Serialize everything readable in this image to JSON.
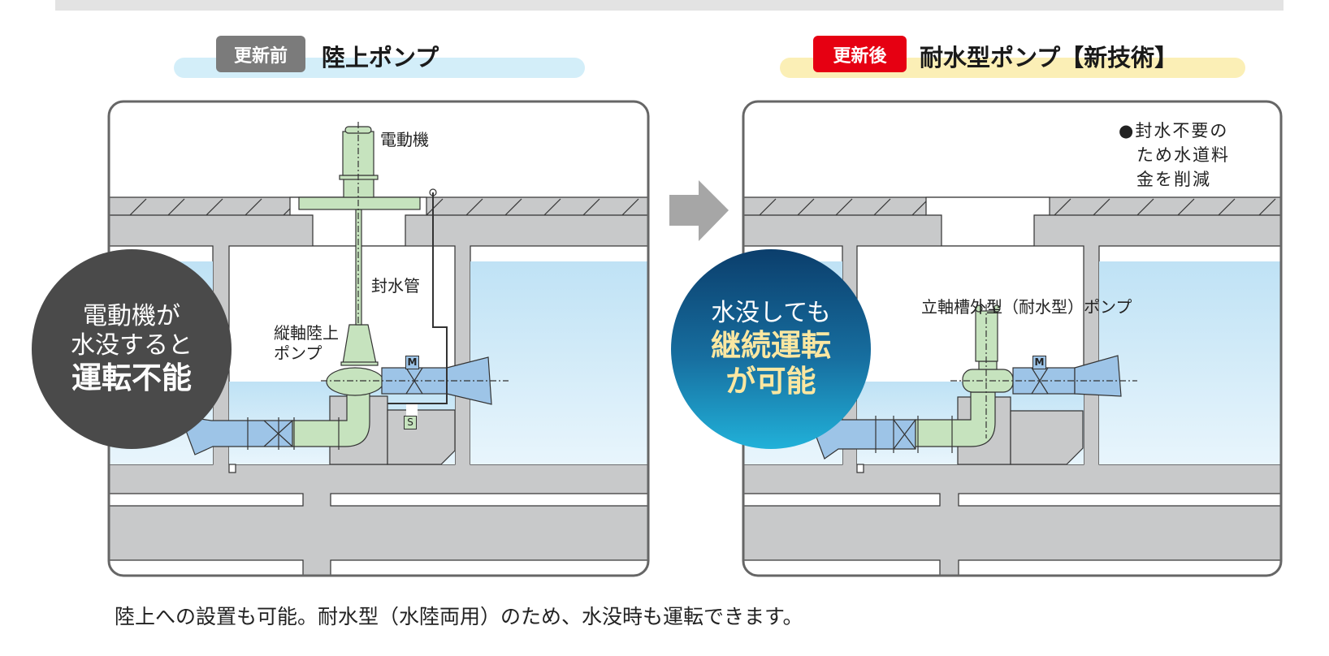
{
  "before": {
    "badge": "更新前",
    "title": "陸上ポンプ",
    "labels": {
      "motor": "電動機",
      "seal_pipe": "封水管",
      "pump_line1": "縦軸陸上",
      "pump_line2": "ポンプ",
      "valve_m": "M",
      "valve_s": "S"
    },
    "callout": {
      "line1": "電動機が",
      "line2": "水没すると",
      "line3": "運転不能"
    }
  },
  "after": {
    "badge": "更新後",
    "title": "耐水型ポンプ【新技術】",
    "labels": {
      "pump": "立軸槽外型（耐水型）ポンプ",
      "valve_m": "M",
      "note_line1": "●封水不要の",
      "note_line2": "ため水道料",
      "note_line3": "金を削減"
    },
    "callout": {
      "line1": "水没しても",
      "line2": "継続運転",
      "line3": "が可能"
    }
  },
  "caption": "陸上への設置も可能。耐水型（水陸両用）のため、水没時も運転できます。",
  "colors": {
    "before_badge": "#7b7b7b",
    "after_badge": "#e60012",
    "before_bar": "#d3eef9",
    "after_bar": "#fbefb6",
    "concrete": "#c8c9ca",
    "pump_green": "#c6e3be",
    "pipe_blue": "#9dc4e7",
    "callout_highlight": "#fbe7a1"
  }
}
